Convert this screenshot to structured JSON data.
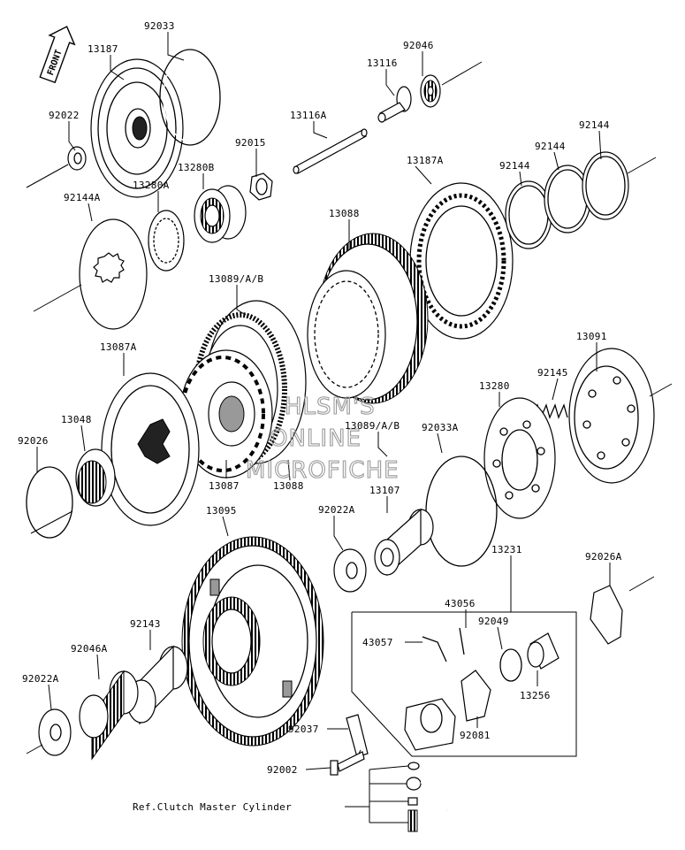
{
  "direction_label": "FRONT",
  "watermark": [
    "HLSM'S",
    "ONLINE",
    "MICROFICHE"
  ],
  "reference_note": "Ref.Clutch Master Cylinder",
  "labels": [
    {
      "id": "p92033",
      "text": "92033"
    },
    {
      "id": "p13187",
      "text": "13187"
    },
    {
      "id": "p92022",
      "text": "92022"
    },
    {
      "id": "p92046",
      "text": "92046"
    },
    {
      "id": "p13116",
      "text": "13116"
    },
    {
      "id": "p13116A",
      "text": "13116A"
    },
    {
      "id": "p92144a",
      "text": "92144"
    },
    {
      "id": "p92144b",
      "text": "92144"
    },
    {
      "id": "p92144c",
      "text": "92144"
    },
    {
      "id": "p92015",
      "text": "92015"
    },
    {
      "id": "p13280B",
      "text": "13280B"
    },
    {
      "id": "p13280A",
      "text": "13280A"
    },
    {
      "id": "p13187A",
      "text": "13187A"
    },
    {
      "id": "p92144A",
      "text": "92144A"
    },
    {
      "id": "p13088a",
      "text": "13088"
    },
    {
      "id": "p13089a",
      "text": "13089/A/B"
    },
    {
      "id": "p13087A",
      "text": "13087A"
    },
    {
      "id": "p13091",
      "text": "13091"
    },
    {
      "id": "p92145",
      "text": "92145"
    },
    {
      "id": "p13280",
      "text": "13280"
    },
    {
      "id": "p13048",
      "text": "13048"
    },
    {
      "id": "p13089b",
      "text": "13089/A/B"
    },
    {
      "id": "p92033A",
      "text": "92033A"
    },
    {
      "id": "p92026",
      "text": "92026"
    },
    {
      "id": "p13087",
      "text": "13087"
    },
    {
      "id": "p13088b",
      "text": "13088"
    },
    {
      "id": "p13107",
      "text": "13107"
    },
    {
      "id": "p13095",
      "text": "13095"
    },
    {
      "id": "p92022A",
      "text": "92022A"
    },
    {
      "id": "p13231",
      "text": "13231"
    },
    {
      "id": "p92026A",
      "text": "92026A"
    },
    {
      "id": "p43056",
      "text": "43056"
    },
    {
      "id": "p43057",
      "text": "43057"
    },
    {
      "id": "p92049",
      "text": "92049"
    },
    {
      "id": "p92143",
      "text": "92143"
    },
    {
      "id": "p92046A",
      "text": "92046A"
    },
    {
      "id": "p13256",
      "text": "13256"
    },
    {
      "id": "p92022A2",
      "text": "92022A"
    },
    {
      "id": "p92037",
      "text": "92037"
    },
    {
      "id": "p92081",
      "text": "92081"
    },
    {
      "id": "p92002",
      "text": "92002"
    }
  ]
}
